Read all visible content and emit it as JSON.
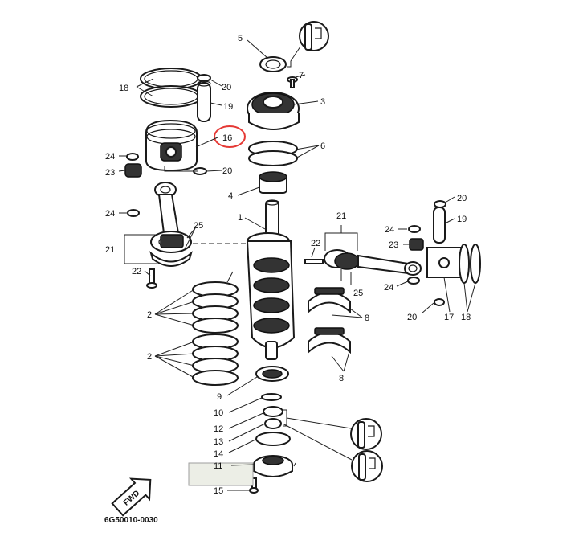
{
  "diagram_code": "6G50010-0030",
  "direction_label": "FWD",
  "colors": {
    "highlight": "#e53935",
    "line": "#1a1a1a",
    "sticker": "#eceee6"
  },
  "callouts": {
    "c1": "1",
    "c2a": "2",
    "c2b": "2",
    "c3": "3",
    "c4": "4",
    "c5": "5",
    "c6": "6",
    "c7": "7",
    "c8a": "8",
    "c8b": "8",
    "c9": "9",
    "c10": "10",
    "c11": "11",
    "c12": "12",
    "c13": "13",
    "c14": "14",
    "c15": "15",
    "c16": "16",
    "c17": "17",
    "c18a": "18",
    "c18b": "18",
    "c19a": "19",
    "c19b": "19",
    "c20a": "20",
    "c20b": "20",
    "c20c": "20",
    "c20d": "20",
    "c21a": "21",
    "c21b": "21",
    "c22a": "22",
    "c22b": "22",
    "c23a": "23",
    "c23b": "23",
    "c24a": "24",
    "c24b": "24",
    "c24c": "24",
    "c25a": "25",
    "c25b": "25"
  }
}
